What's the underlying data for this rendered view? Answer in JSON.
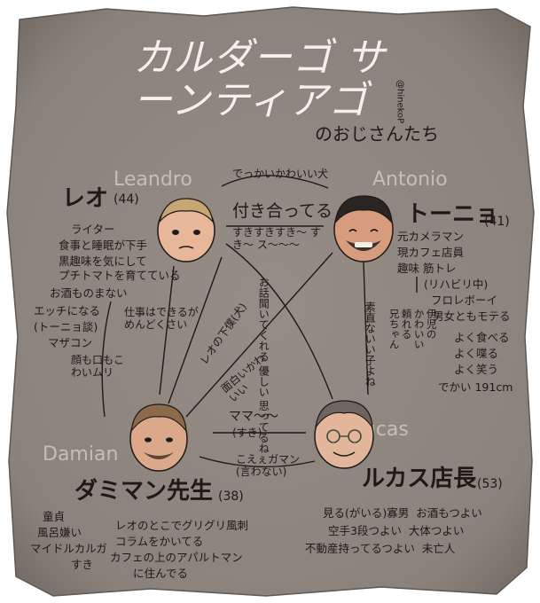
{
  "title": {
    "main": "カルダーゴ サーンティアゴ",
    "subtitle": "のおじさんたち",
    "signature": "@hinekoP"
  },
  "characters": {
    "leandro": {
      "romaji": "Leandro",
      "name": "レオ",
      "age": "(44)",
      "notes": [
        "ライター",
        "食事と睡眠が下手",
        "黒趣味を気にして",
        "プチトマトを育てている",
        "お酒ものまない",
        "エッチになる",
        "(トーニョ談)",
        "マザコン"
      ]
    },
    "antonio": {
      "romaji": "Antonio",
      "name": "トーニョ",
      "age": "(41)",
      "notes": [
        "元カメラマン",
        "現カフェ店員",
        "趣味 筋トレ",
        "(リハビリ中)",
        "フロレボーイ",
        "男女ともモテる",
        "よく食べる",
        "よく喋る",
        "よく笑う",
        "でかい 191cm"
      ],
      "side_note": [
        "伊児の",
        "かわいい",
        "頼れる",
        "兄ちゃん"
      ]
    },
    "damian": {
      "romaji": "Damian",
      "name": "ダミマン先生",
      "age": "(38)",
      "notes": [
        "レオのとこでグリグリ風刺",
        "コラムをかいてる",
        "カフェの上のアパルトマン",
        "に住んでる"
      ],
      "side_notes": [
        "童貞",
        "風呂嫌い",
        "マイドルカルガ",
        "すき"
      ]
    },
    "lucas": {
      "romaji": "Lucas",
      "name": "ルカス店長",
      "age": "(53)",
      "notes": [
        "見る(がいる)寡男  お酒もつよい",
        "空手3段つよい  大体つよい",
        "不動産持ってるつよい  未亡人"
      ]
    }
  },
  "relations": {
    "leo_toni_top": "でっかいかわいい犬",
    "leo_toni_mid": "付き合ってる",
    "leo_toni_bottom": "すきすきすき〜 すき〜 ス〜〜〜",
    "leo_dami_left": "顔も口もこわいムリ",
    "leo_dami_right": "仕事はできるがめんどくさい",
    "dami_leo_diag": "レオの下僕(犬)",
    "dami_toni_diag": "面白いかわいい",
    "center_cross": "お話聞いてくれる 優しい 思ってるね",
    "lucas_toni": "素直ないい子よね",
    "dami_lucas_top": "ママ〜〜",
    "dami_lucas_top2": "(すき)",
    "lucas_dami": "こえぇガマン(言わない)"
  },
  "colors": {
    "paper": "#8f8780",
    "paper_edge": "#6f6760",
    "ink": "#1d1a18",
    "title_white": "#f4f1ec"
  }
}
